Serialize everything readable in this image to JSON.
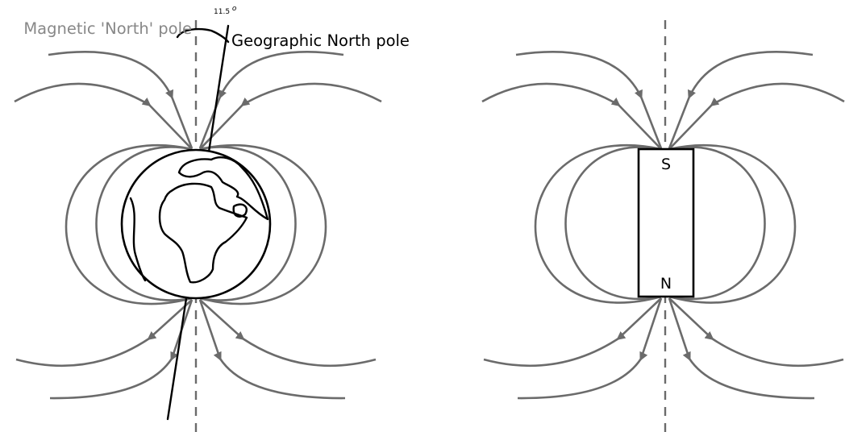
{
  "labels": {
    "magnetic_north": "Magnetic 'North' pole",
    "geographic_north": "Geographic North pole",
    "angle_value": "11.5",
    "angle_unit": "o",
    "magnet_south": "S",
    "magnet_north": "N"
  },
  "colors": {
    "field_line": "#6b6b6b",
    "ink": "#000000",
    "muted_text": "#888888",
    "background": "#ffffff"
  }
}
